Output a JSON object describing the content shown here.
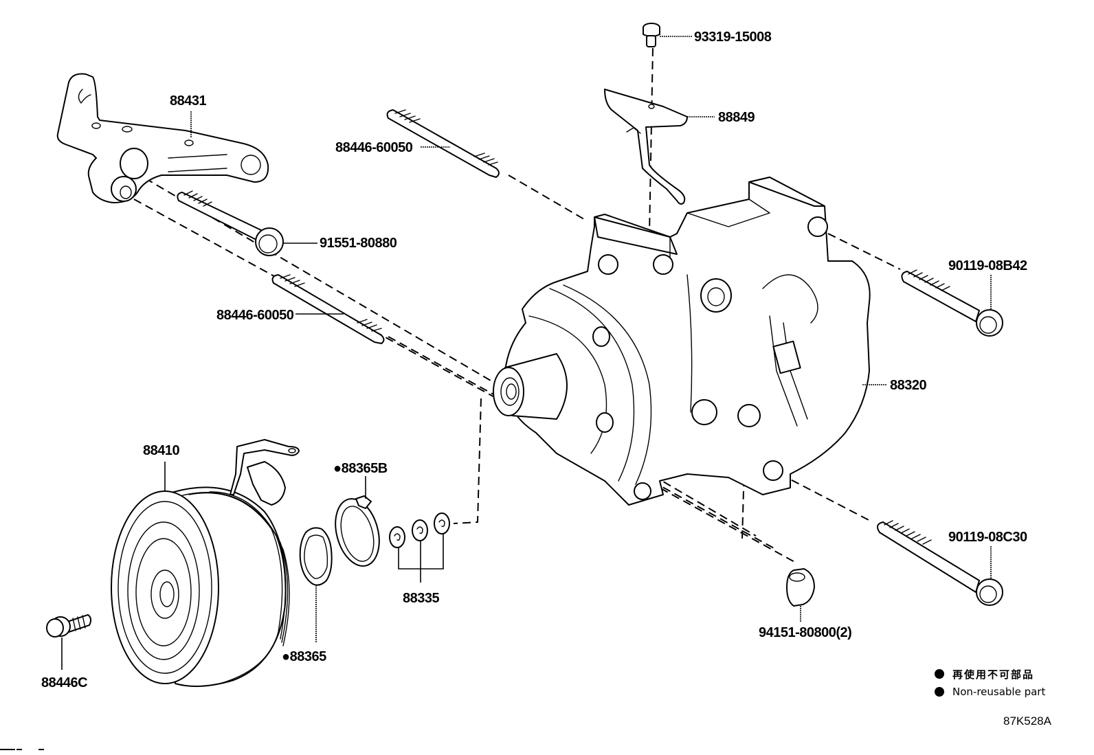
{
  "diagram": {
    "title": "A/C Compressor exploded parts diagram",
    "diagram_id": "87K528A",
    "parts": [
      {
        "id": "p93319",
        "label": "93319-15008",
        "description": "screw",
        "non_reusable": false
      },
      {
        "id": "p88849",
        "label": "88849",
        "description": "bracket",
        "non_reusable": false
      },
      {
        "id": "p88431",
        "label": "88431",
        "description": "compressor mounting bracket",
        "non_reusable": false
      },
      {
        "id": "p88446a",
        "label": "88446-60050",
        "description": "stud bolt (upper)",
        "non_reusable": false
      },
      {
        "id": "p91551",
        "label": "91551-80880",
        "description": "bolt",
        "non_reusable": false
      },
      {
        "id": "p88446b",
        "label": "88446-60050",
        "description": "stud bolt (lower)",
        "non_reusable": false
      },
      {
        "id": "p90119a",
        "label": "90119-08B42",
        "description": "bolt",
        "non_reusable": false
      },
      {
        "id": "p88320",
        "label": "88320",
        "description": "compressor assembly",
        "non_reusable": false
      },
      {
        "id": "p88410",
        "label": "88410",
        "description": "magnetic clutch assembly",
        "non_reusable": false
      },
      {
        "id": "p88365B",
        "label": "88365B",
        "description": "snap ring",
        "non_reusable": true
      },
      {
        "id": "p88335",
        "label": "88335",
        "description": "shims",
        "non_reusable": false
      },
      {
        "id": "p90119b",
        "label": "90119-08C30",
        "description": "bolt",
        "non_reusable": false
      },
      {
        "id": "p94151",
        "label": "94151-80800(2)",
        "description": "nut",
        "non_reusable": false
      },
      {
        "id": "p88365",
        "label": "88365",
        "description": "snap ring",
        "non_reusable": true
      },
      {
        "id": "p88446C",
        "label": "88446C",
        "description": "bolt",
        "non_reusable": false
      }
    ]
  },
  "legend": {
    "symbol": "filled-circle",
    "items": [
      {
        "text": "再使用不可部品"
      },
      {
        "text": "Non-reusable part"
      }
    ]
  },
  "labels": {
    "p93319": "93319-15008",
    "p88849": "88849",
    "p88431": "88431",
    "p88446a": "88446-60050",
    "p91551": "91551-80880",
    "p88446b": "88446-60050",
    "p90119a": "90119-08B42",
    "p88320": "88320",
    "p88410": "88410",
    "p88365B": "●88365B",
    "p88335": "88335",
    "p90119b": "90119-08C30",
    "p94151": "94151-80800(2)",
    "p88365": "●88365",
    "p88446C": "88446C"
  }
}
